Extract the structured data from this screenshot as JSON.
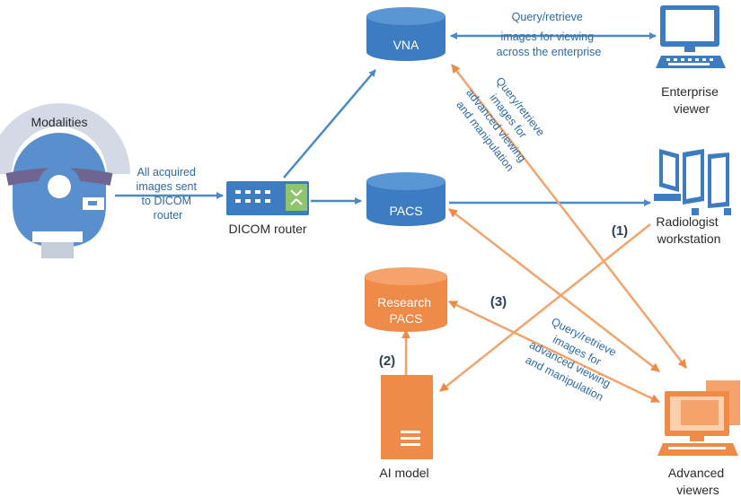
{
  "nodes": {
    "modalities": "Modalities",
    "dicom_router": "DICOM router",
    "vna": "VNA",
    "pacs": "PACS",
    "research_pacs": [
      "Research",
      "PACS"
    ],
    "ai_model": "AI model",
    "enterprise_viewer": [
      "Enterprise",
      "viewer"
    ],
    "radiologist_workstation": [
      "Radiologist",
      "workstation"
    ],
    "advanced_viewers": [
      "Advanced",
      "viewers"
    ]
  },
  "notes": {
    "acquired": [
      "All acquired",
      "images sent",
      "to DICOM",
      "router"
    ],
    "enterprise_query": [
      "Query/retrieve",
      "images for viewing",
      "across the enterprise"
    ],
    "diag_query": [
      "Query/retrieve",
      "images for",
      "advanced viewing",
      "and manipulation"
    ],
    "lower_query": [
      "Query/retrieve",
      "images for",
      "advanced viewing",
      "and manipulation"
    ]
  },
  "steps": {
    "step1": "(1)",
    "step2": "(2)",
    "step3": "(3)"
  },
  "colors": {
    "blue": "#4a8ac9",
    "orange": "#f4a46b",
    "orange_dark": "#e8883f"
  }
}
